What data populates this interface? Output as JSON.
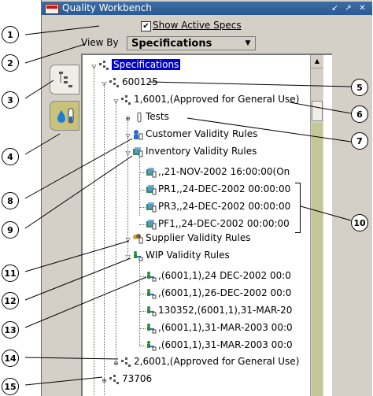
{
  "window": {
    "title": "Quality Workbench"
  },
  "controls": {
    "show_active_specs": {
      "label": "Show Active Specs",
      "checked": true
    },
    "view_by": {
      "label": "View By",
      "value": "Specifications"
    }
  },
  "tree": {
    "root": "Specifications",
    "item": "600125",
    "spec": "1,6001,(Approved for General Use)",
    "tests": "Tests",
    "customer_rules": "Customer Validity Rules",
    "inventory_rules": "Inventory Validity Rules",
    "inventory_children": [
      ",,21-NOV-2002 16:00:00(On",
      "PR1,,24-DEC-2002 00:00:00",
      "PR3,,24-DEC-2002 00:00:00",
      "PF1,,24-DEC-2002 00:00:00"
    ],
    "supplier_rules": "Supplier Validity Rules",
    "wip_rules": "WIP Validity Rules",
    "wip_children": [
      ",(6001,1),24 DEC-2002 00:0",
      ",(6001,1),26-DEC-2002 00:0",
      "130352,(6001,1),31-MAR-20",
      ",(6001,1),31-MAR-2003 00:0",
      ",(6001,1),31-MAR-2003 00:0"
    ],
    "spec2": "2,6001,(Approved for General Use)",
    "item2": "73706"
  },
  "callouts": [
    "1",
    "2",
    "3",
    "4",
    "5",
    "6",
    "7",
    "8",
    "9",
    "10",
    "11",
    "12",
    "13",
    "14",
    "15"
  ],
  "icons": {
    "tree_item": "item-tree-icon",
    "customer": "customer-icon",
    "inventory": "inventory-icon",
    "supplier": "supplier-icon",
    "wip": "wip-icon",
    "test": "test-tube-icon"
  },
  "colors": {
    "title_bar": "#2c5a92",
    "selection": "#0000c8",
    "track": "#c4c896"
  }
}
